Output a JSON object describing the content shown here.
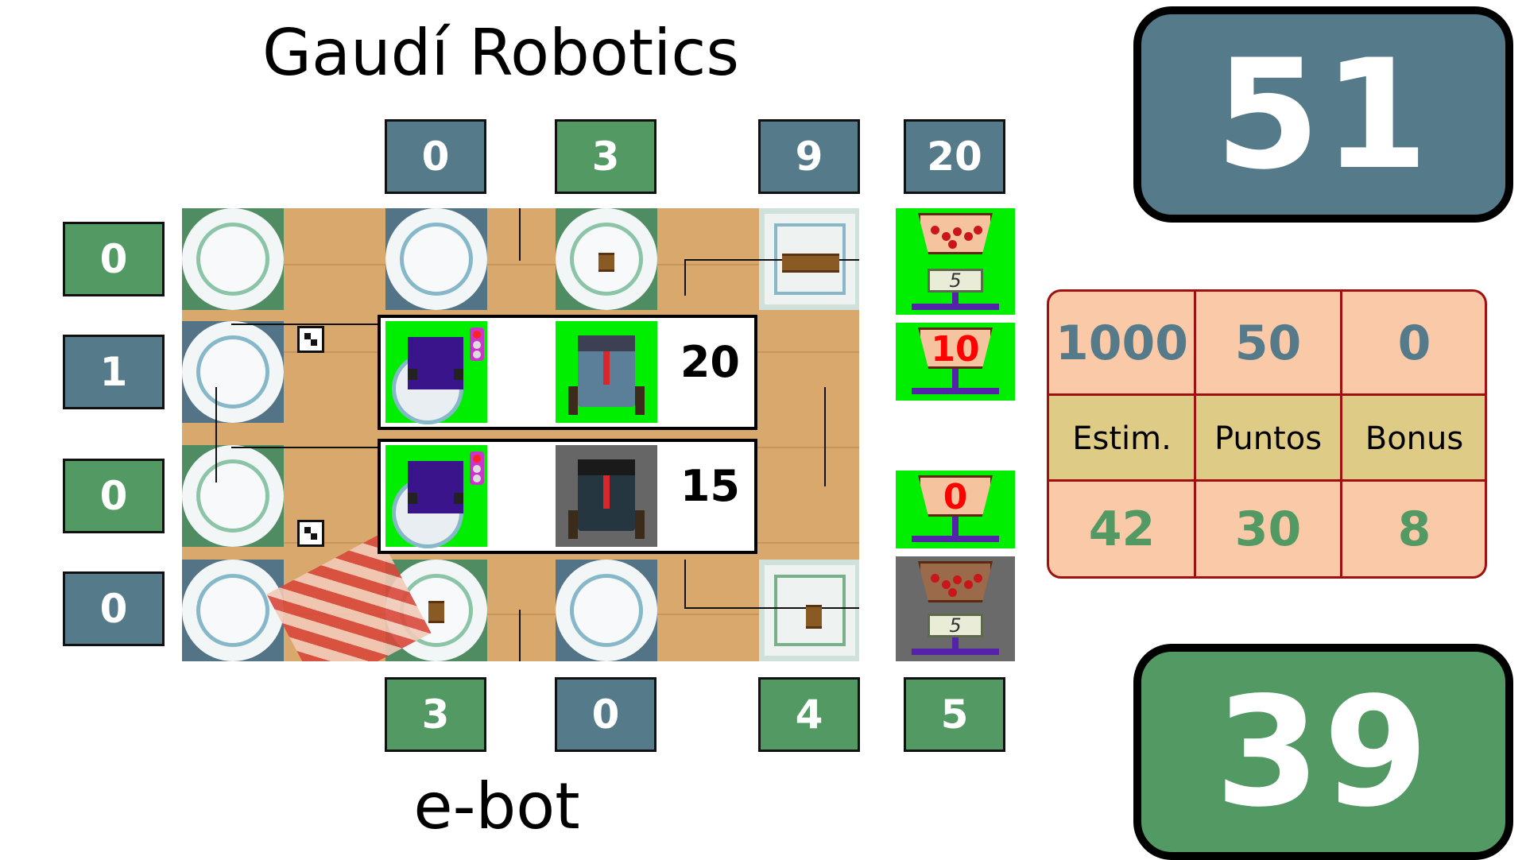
{
  "header": {
    "team_top": "Gaudí Robotics",
    "team_bottom": "e-bot"
  },
  "scores": {
    "top_team_total": "51",
    "bottom_team_total": "39"
  },
  "top_counters": [
    "0",
    "3",
    "9",
    "20"
  ],
  "bottom_counters": [
    "3",
    "0",
    "4",
    "5"
  ],
  "left_counters": [
    "0",
    "1",
    "0",
    "0"
  ],
  "robots": [
    {
      "score": "20",
      "status": "active"
    },
    {
      "score": "15",
      "status": "inactive"
    }
  ],
  "scales": [
    {
      "display": "5",
      "value": ""
    },
    {
      "display": "",
      "value": "10"
    },
    {
      "display": "",
      "value": "0"
    },
    {
      "display": "5",
      "value": ""
    }
  ],
  "stats": {
    "headers": [
      "Estim.",
      "Puntos",
      "Bonus"
    ],
    "top_values": [
      "1000",
      "50",
      "0"
    ],
    "bottom_values": [
      "42",
      "30",
      "8"
    ]
  },
  "colors": {
    "blue_team": "#557a8a",
    "green_team": "#539963",
    "table_bg": "#f9c9a8",
    "table_border": "#a01010",
    "header_row": "#decb86"
  }
}
